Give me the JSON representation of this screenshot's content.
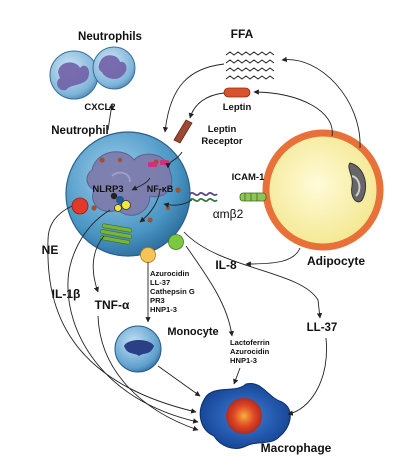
{
  "labels": {
    "neutrophils": "Neutrophils",
    "ffa": "FFA",
    "cxcl2": "CXCL2",
    "leptin": "Leptin",
    "neutrophil": "Neutrophil",
    "leptin_receptor_1": "Leptin",
    "leptin_receptor_2": "Receptor",
    "nfkb": "NF-κB",
    "nlrp3": "NLRP3",
    "icam1": "ICAM-1",
    "am_beta2": "αmβ2",
    "ne": "NE",
    "il1b": "IL-1β",
    "tnfa": "TNF-α",
    "il8": "IL-8",
    "adipocyte": "Adipocyte",
    "ll37": "LL-37",
    "monocyte": "Monocyte",
    "macrophage": "Macrophage"
  },
  "granule_list_1": [
    "Azurocidin",
    "LL-37",
    "Cathepsin G",
    "PR3",
    "HNP1-3"
  ],
  "granule_list_2": [
    "Lactoferrin",
    "Azurocidin",
    "HNP1-3"
  ],
  "colors": {
    "neutrophil_cell": "#4a96c4",
    "nucleus": "#7d7bab",
    "adipocyte_lipid": "#fbf3b0",
    "adipocyte_membrane": "#e8713a",
    "macrophage": "#1c57b8",
    "macrophage_core": "#d23a2a",
    "leptin": "#d8532b",
    "receptor": "#9c4a34",
    "integrin": "#6a8f3a"
  }
}
